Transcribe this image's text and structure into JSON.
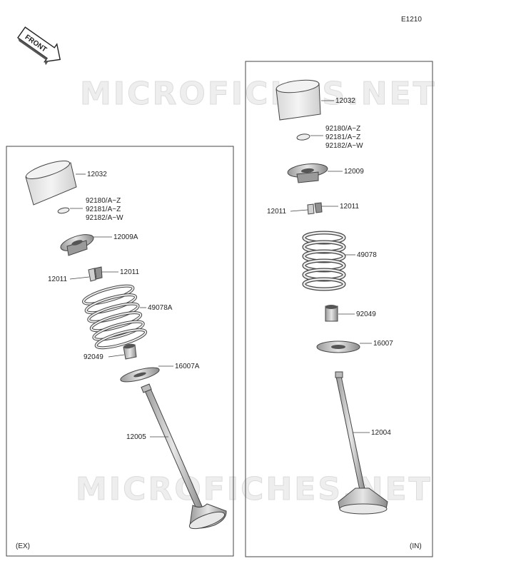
{
  "diagram_code": "E1210",
  "front_arrow_label": "FRONT",
  "watermark": "MICROFICHES.NET",
  "ex_panel": {
    "tag": "(EX)",
    "labels": {
      "tappet": "12032",
      "shim_1": "92180/A~Z",
      "shim_2": "92181/A~Z",
      "shim_3": "92182/A~W",
      "retainer": "12009A",
      "cotter_left": "12011",
      "cotter_right": "12011",
      "spring": "49078A",
      "seal": "92049",
      "seat": "16007A",
      "valve": "12005"
    }
  },
  "in_panel": {
    "tag": "(IN)",
    "labels": {
      "tappet": "12032",
      "shim_1": "92180/A~Z",
      "shim_2": "92181/A~Z",
      "shim_3": "92182/A~W",
      "retainer": "12009",
      "cotter_left": "12011",
      "cotter_right": "12011",
      "spring": "49078",
      "seal": "92049",
      "seat": "16007",
      "valve": "12004"
    }
  }
}
